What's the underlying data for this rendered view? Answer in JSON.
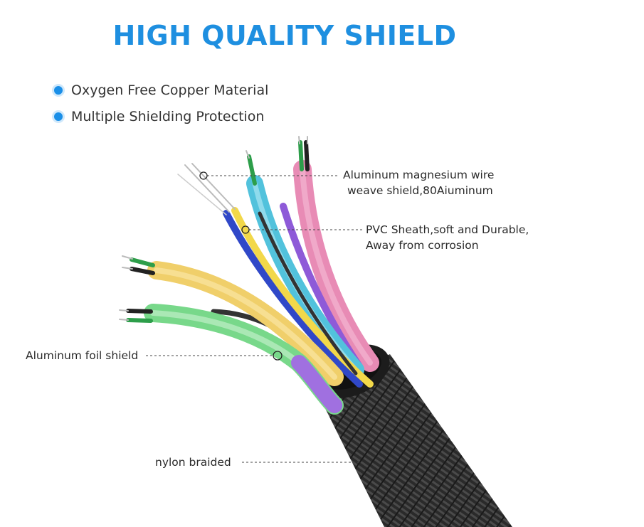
{
  "title": "HIGH QUALITY SHIELD",
  "features": [
    "Oxygen Free Copper Material",
    "Multiple Shielding Protection"
  ],
  "callouts": {
    "aluminum_magnesium": [
      "Aluminum magnesium wire",
      "weave shield,80Aiuminum"
    ],
    "pvc": [
      "PVC Sheath,soft and Durable,",
      "Away from corrosion"
    ],
    "aluminum_foil": "Aluminum foil shield",
    "nylon": "nylon braided"
  },
  "colors": {
    "title": "#1e8fe0",
    "bullet_dot": "#1a8fe8",
    "jacket": "#2b2b2b",
    "pink": "#ec8fb8",
    "cyan": "#5cc9e0",
    "purple": "#8e5ad8",
    "blue": "#3048c8",
    "yellow": "#f2d84a",
    "gold": "#f0d070",
    "green": "#7ad88a",
    "black": "#333333"
  }
}
